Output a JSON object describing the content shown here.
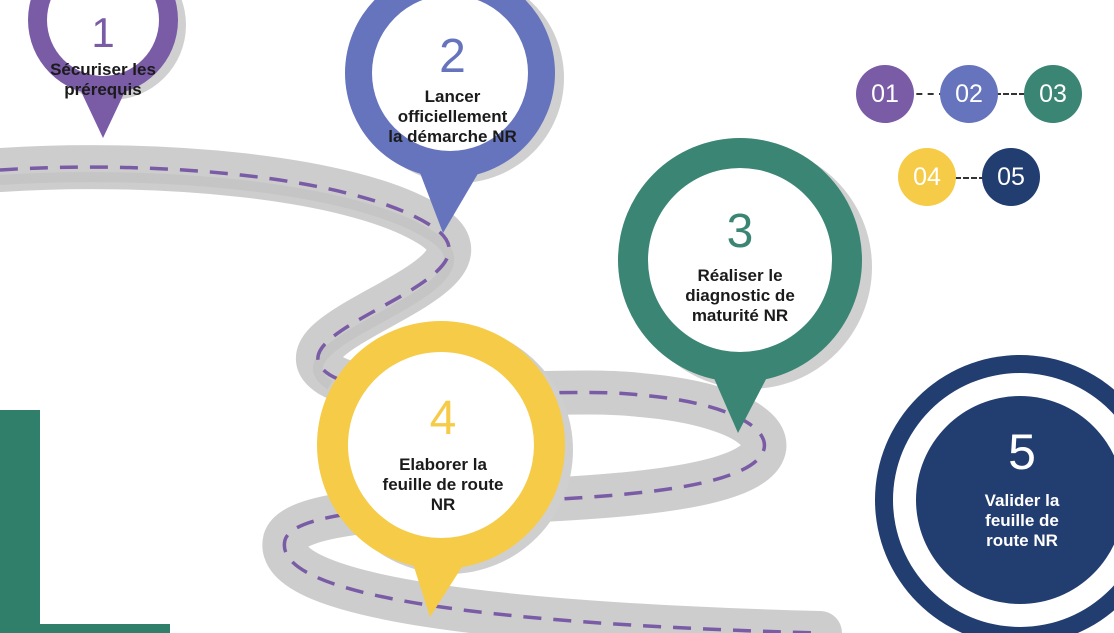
{
  "colors": {
    "step1": "#7a5ba6",
    "step2": "#6574bd",
    "step3": "#3a8574",
    "step4": "#f6cb47",
    "step5": "#223d70",
    "road": "#c9c9c9",
    "dash": "#7a5ba6"
  },
  "steps": [
    {
      "number": "1",
      "label": "Sécuriser les\nprérequis"
    },
    {
      "number": "2",
      "label": "Lancer\nofficiellement\nla démarche NR"
    },
    {
      "number": "3",
      "label": "Réaliser le\ndiagnostic de\nmaturité NR"
    },
    {
      "number": "4",
      "label": "Elaborer la\nfeuille de route\nNR"
    },
    {
      "number": "5",
      "label": "Valider la\nfeuille de\nroute NR"
    }
  ],
  "legend": [
    "01",
    "02",
    "03",
    "04",
    "05"
  ]
}
